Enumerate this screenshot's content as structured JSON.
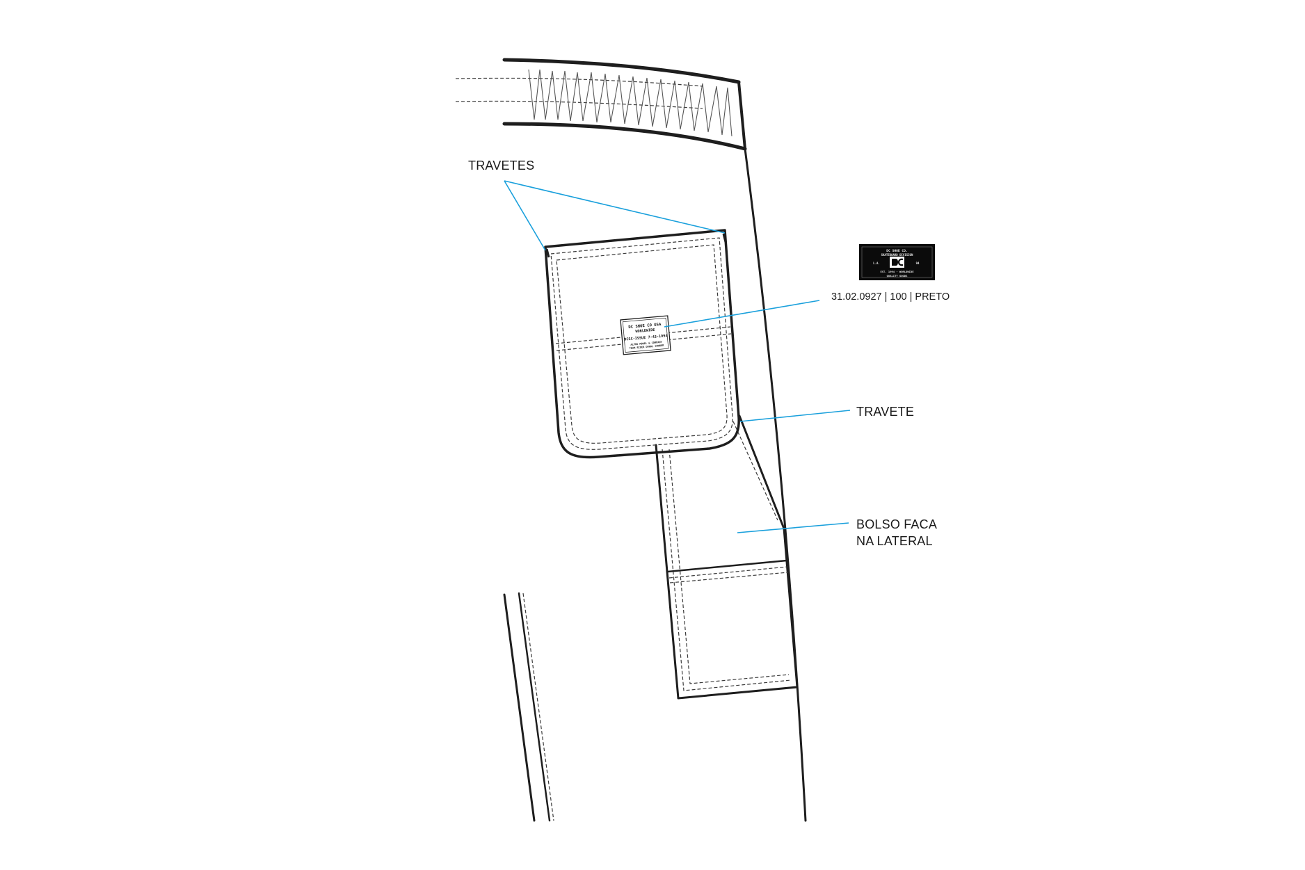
{
  "colors": {
    "outline": "#1e1e1e",
    "leader": "#1aa0dc",
    "label_bg": "#0b0b0b"
  },
  "callouts": {
    "travetes": "TRAVETES",
    "travete": "TRAVETE",
    "bolso_line1": "BOLSO FACA",
    "bolso_line2": "NA LATERAL"
  },
  "pocket_patch": {
    "line1": "DC SHOE CO USA",
    "line2": "WORLDWIDE",
    "line3": "DCSC-ISSUE 7-43-1994",
    "line4": "ALPHA MODEL & COMPANY",
    "line5": "TEAM RIDER DONAL CONNOR"
  },
  "label_swatch": {
    "code": "31.02.0927 | 100 | PRETO",
    "line1": "DC SHOE CO.",
    "line2": "SKATEBOARD DIVISION",
    "left_mark": "L.A.",
    "right_mark": "94",
    "line3": "EST. 1994 - WORLDWIDE",
    "line4": "QUALITY GOODS",
    "logo_icon": "dc-logo-icon"
  }
}
